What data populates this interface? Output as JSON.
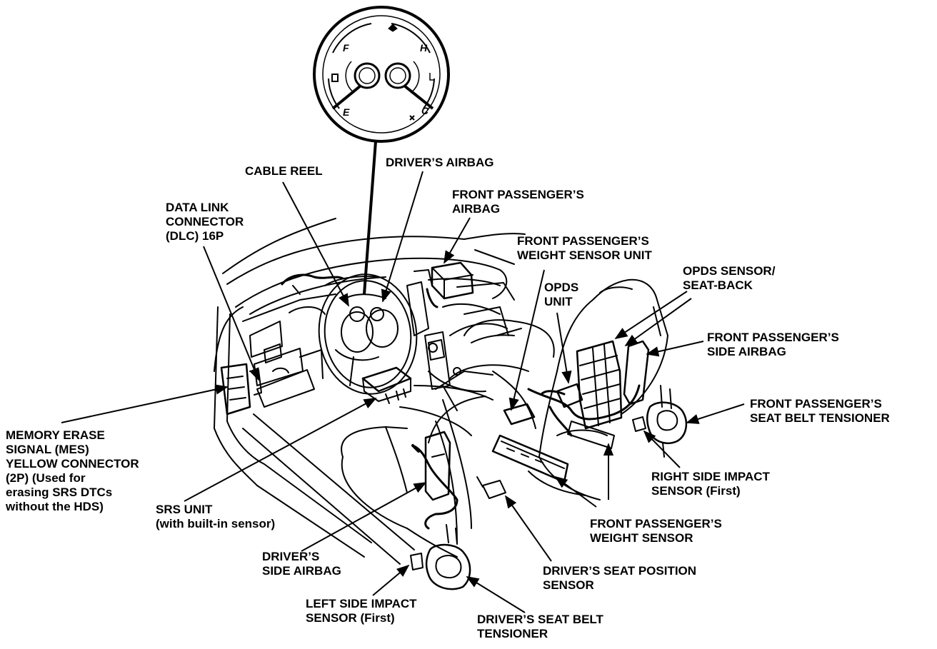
{
  "gauge": {
    "letters": {
      "fuel_full": "F",
      "fuel_empty": "E",
      "temp_hot": "H",
      "temp_cold": "C"
    }
  },
  "labels": {
    "cable_reel": [
      "CABLE REEL"
    ],
    "drivers_airbag": [
      "DRIVER’S AIRBAG"
    ],
    "front_passenger_airbag": [
      "FRONT PASSENGER’S",
      "AIRBAG"
    ],
    "data_link_connector": [
      "DATA LINK",
      "CONNECTOR",
      "(DLC) 16P"
    ],
    "front_passenger_weight_sensor_unit": [
      "FRONT PASSENGER’S",
      "WEIGHT SENSOR UNIT"
    ],
    "opds_unit": [
      "OPDS",
      "UNIT"
    ],
    "opds_sensor_seat_back": [
      "OPDS SENSOR/",
      "SEAT-BACK"
    ],
    "front_passenger_side_airbag": [
      "FRONT PASSENGER’S",
      "SIDE AIRBAG"
    ],
    "front_passenger_seat_belt_tensioner": [
      "FRONT PASSENGER’S",
      "SEAT BELT TENSIONER"
    ],
    "memory_erase_signal": [
      "MEMORY ERASE",
      "SIGNAL (MES)",
      "YELLOW CONNECTOR",
      "(2P) (Used for",
      "erasing SRS DTCs",
      "without the HDS)"
    ],
    "srs_unit": [
      "SRS UNIT",
      "(with built-in sensor)"
    ],
    "right_side_impact_sensor": [
      "RIGHT SIDE IMPACT",
      "SENSOR (First)"
    ],
    "front_passenger_weight_sensor": [
      "FRONT PASSENGER’S",
      "WEIGHT SENSOR"
    ],
    "drivers_side_airbag": [
      "DRIVER’S",
      "SIDE AIRBAG"
    ],
    "drivers_seat_position_sensor": [
      "DRIVER’S SEAT POSITION",
      "SENSOR"
    ],
    "left_side_impact_sensor": [
      "LEFT SIDE IMPACT",
      "SENSOR (First)"
    ],
    "drivers_seat_belt_tensioner": [
      "DRIVER’S SEAT BELT",
      "TENSIONER"
    ]
  }
}
